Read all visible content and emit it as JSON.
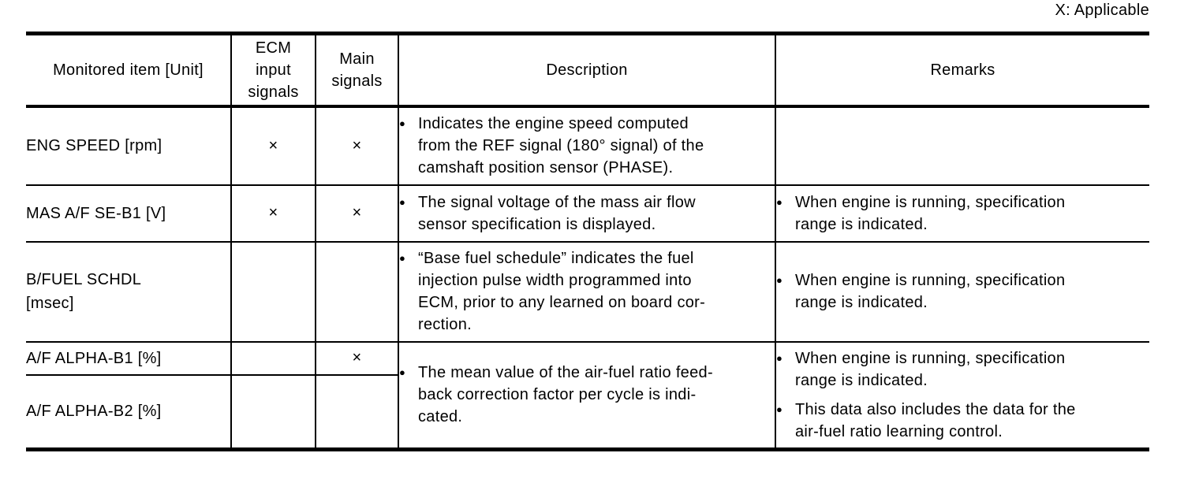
{
  "note": "X: Applicable",
  "glyphs": {
    "bullet": "●"
  },
  "table": {
    "headers": [
      [
        "Monitored item [Unit]"
      ],
      [
        "ECM",
        "input",
        "signals"
      ],
      [
        "Main",
        "signals"
      ],
      [
        "Description"
      ],
      [
        "Remarks"
      ]
    ],
    "rows": [
      {
        "item": "ENG SPEED [rpm]",
        "ecm": "×",
        "main": "×",
        "desc_bullet": [
          "Indicates the engine speed computed",
          "from the REF signal (180° signal) of the",
          "camshaft position sensor (PHASE)."
        ],
        "remark_bullet": null
      },
      {
        "item": "MAS A/F SE-B1 [V]",
        "ecm": "×",
        "main": "×",
        "desc_bullet": [
          "The signal voltage of the mass air flow",
          "sensor specification is displayed."
        ],
        "remark_bullet": [
          "When engine is running, specification",
          "range is indicated."
        ]
      },
      {
        "item": [
          "B/FUEL SCHDL",
          "[msec]"
        ],
        "ecm": "",
        "main": "",
        "desc_bullet": [
          "“Base fuel schedule” indicates the fuel",
          "injection pulse width programmed into",
          "ECM, prior to any learned on board cor-",
          "rection."
        ],
        "remark_bullet": [
          "When engine is running, specification",
          "range is indicated."
        ]
      },
      {
        "item": "A/F ALPHA-B1 [%]",
        "ecm": "",
        "main": "×"
      },
      {
        "item": "A/F ALPHA-B2 [%]",
        "ecm": "",
        "main": ""
      }
    ],
    "merged_alpha": {
      "desc_bullet": [
        "The mean value of the air-fuel ratio feed-",
        "back correction factor per cycle is indi-",
        "cated."
      ],
      "remark_bullets": [
        [
          "When engine is running, specification",
          "range is indicated."
        ],
        [
          "This data also includes the data for the",
          "air-fuel ratio learning control."
        ]
      ]
    }
  }
}
